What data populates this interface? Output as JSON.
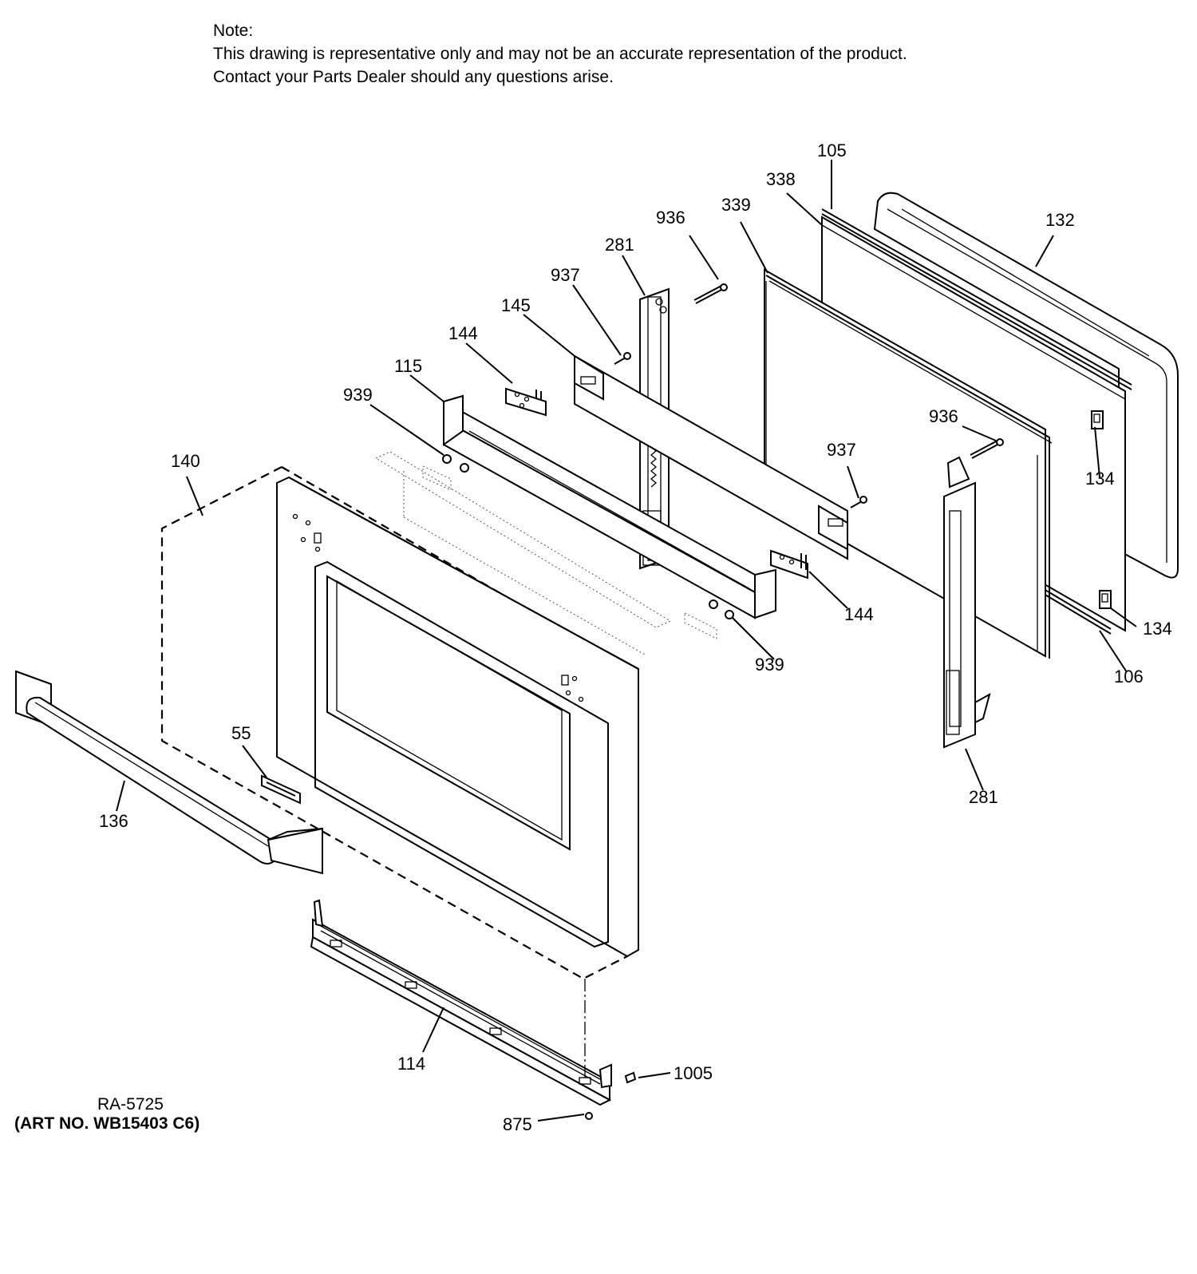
{
  "note": {
    "heading": "Note:",
    "line1": "This drawing is representative only and may not be an accurate representation of the product.",
    "line2": "Contact your Parts Dealer should any questions arise."
  },
  "reference": {
    "code": "RA-5725",
    "art_no": "(ART NO. WB15403 C6)"
  },
  "parts": {
    "p105": "105",
    "p338": "338",
    "p132": "132",
    "p339": "339",
    "p936a": "936",
    "p281a": "281",
    "p937a": "937",
    "p145": "145",
    "p144a": "144",
    "p115": "115",
    "p939a": "939",
    "p140": "140",
    "p936b": "936",
    "p134a": "134",
    "p937b": "937",
    "p144b": "144",
    "p134b": "134",
    "p939b": "939",
    "p106": "106",
    "p55": "55",
    "p136": "136",
    "p281b": "281",
    "p114": "114",
    "p1005": "1005",
    "p875": "875"
  }
}
